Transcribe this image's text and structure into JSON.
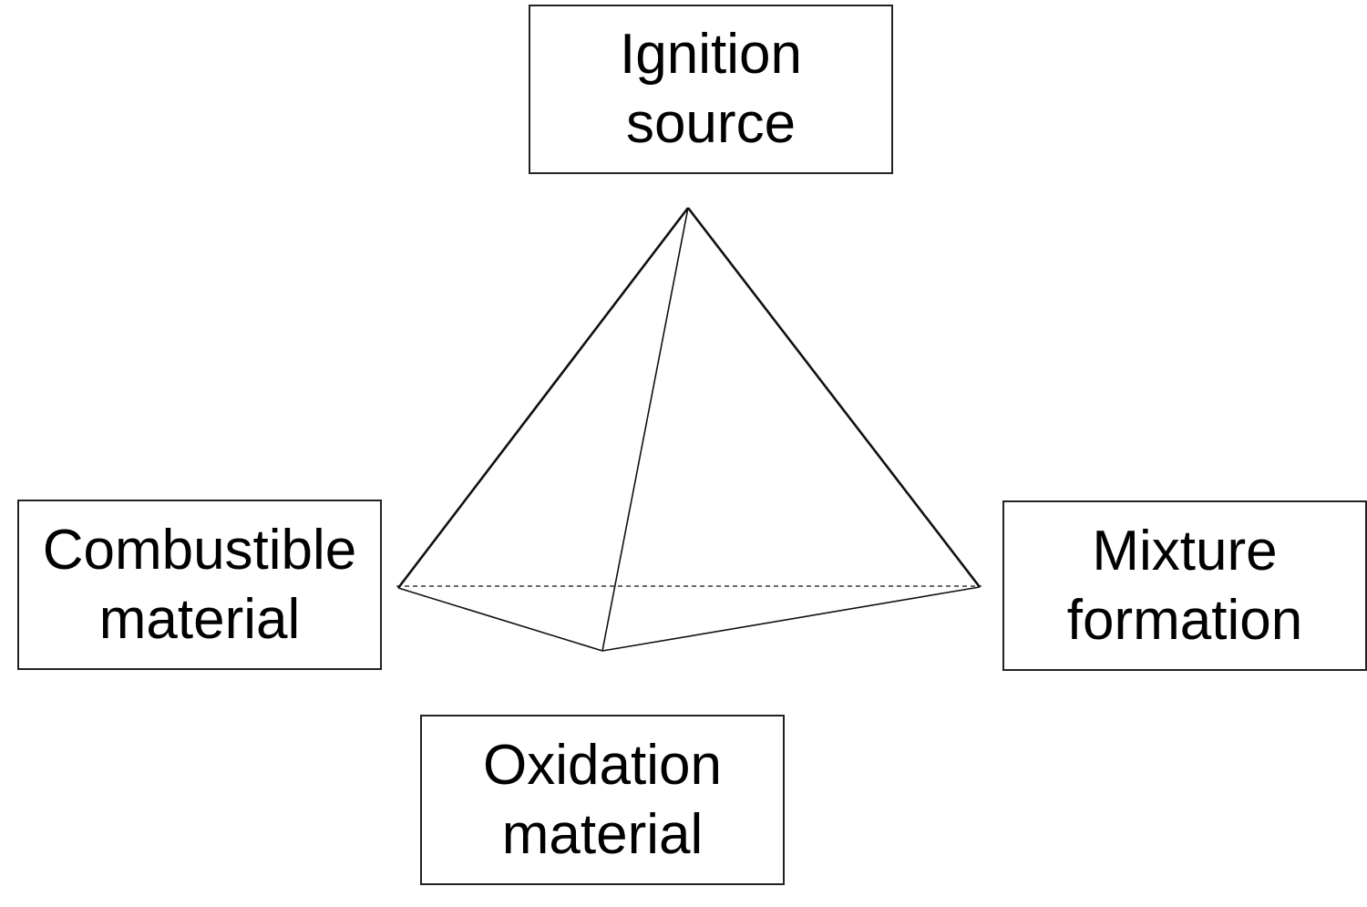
{
  "diagram": {
    "nodes": {
      "ignition": {
        "line1": "Ignition",
        "line2": "source"
      },
      "combustible": {
        "line1": "Combustible",
        "line2": "material"
      },
      "mixture": {
        "line1": "Mixture",
        "line2": "formation"
      },
      "oxidation": {
        "line1": "Oxidation",
        "line2": "material"
      }
    },
    "colors": {
      "stroke": "#111111",
      "background": "#ffffff"
    }
  }
}
